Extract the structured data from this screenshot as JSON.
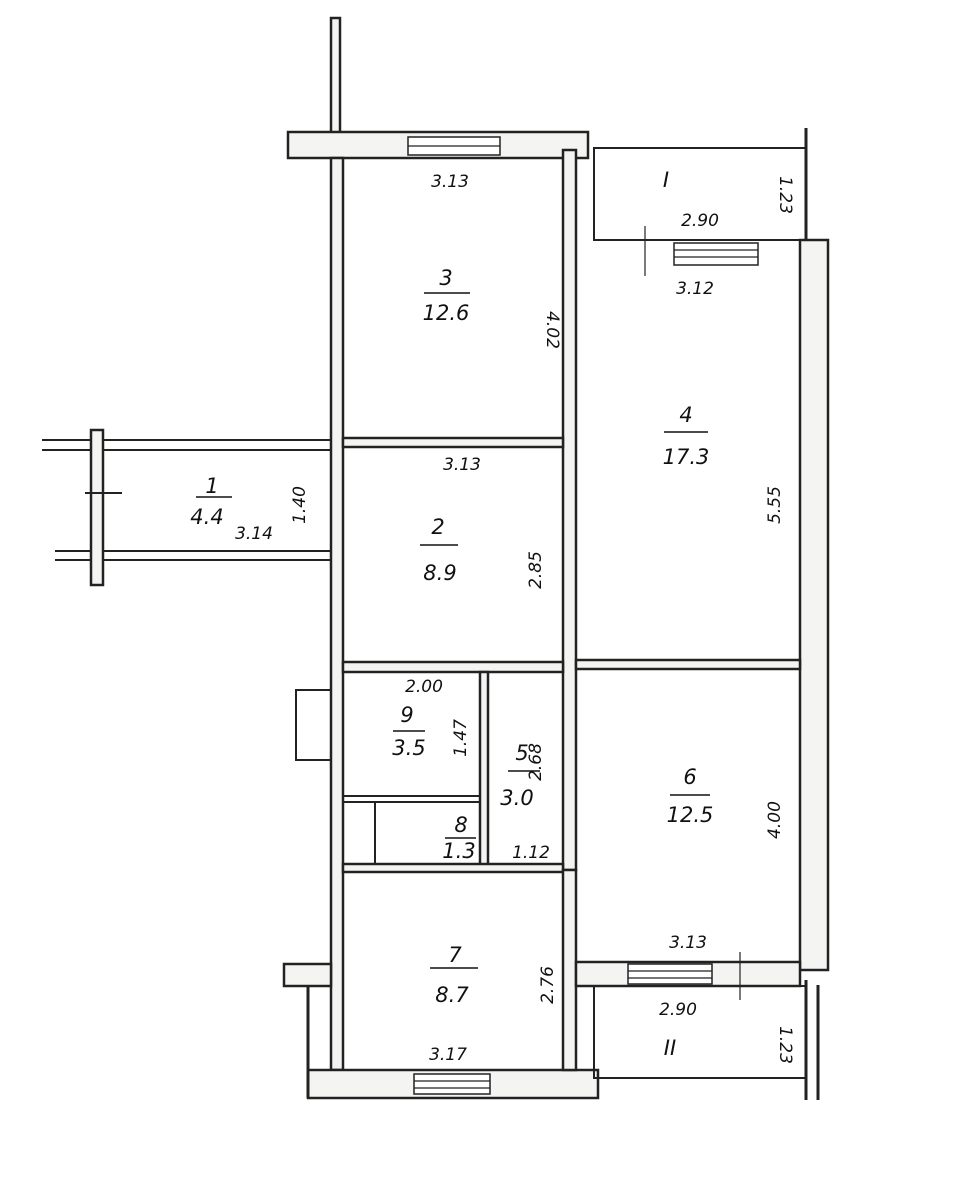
{
  "rooms": [
    {
      "id": "1",
      "area": "4.4",
      "dims": [
        "3.14",
        "1.40"
      ]
    },
    {
      "id": "2",
      "area": "8.9",
      "dims": [
        "3.13",
        "2.85"
      ]
    },
    {
      "id": "3",
      "area": "12.6",
      "dims": [
        "3.13",
        "4.02"
      ]
    },
    {
      "id": "4",
      "area": "17.3",
      "dims": [
        "3.12",
        "5.55"
      ]
    },
    {
      "id": "5",
      "area": "3.0",
      "dims": [
        "2.68",
        "1.12"
      ]
    },
    {
      "id": "6",
      "area": "12.5",
      "dims": [
        "3.13",
        "4.00"
      ]
    },
    {
      "id": "7",
      "area": "8.7",
      "dims": [
        "3.17",
        "2.76"
      ]
    },
    {
      "id": "8",
      "area": "1.3",
      "dims": []
    },
    {
      "id": "9",
      "area": "3.5",
      "dims": [
        "2.00",
        "1.47"
      ]
    }
  ],
  "balconies": [
    {
      "id": "I",
      "dims": [
        "2.90",
        "1.23"
      ]
    },
    {
      "id": "II",
      "dims": [
        "2.90",
        "1.23"
      ]
    }
  ]
}
